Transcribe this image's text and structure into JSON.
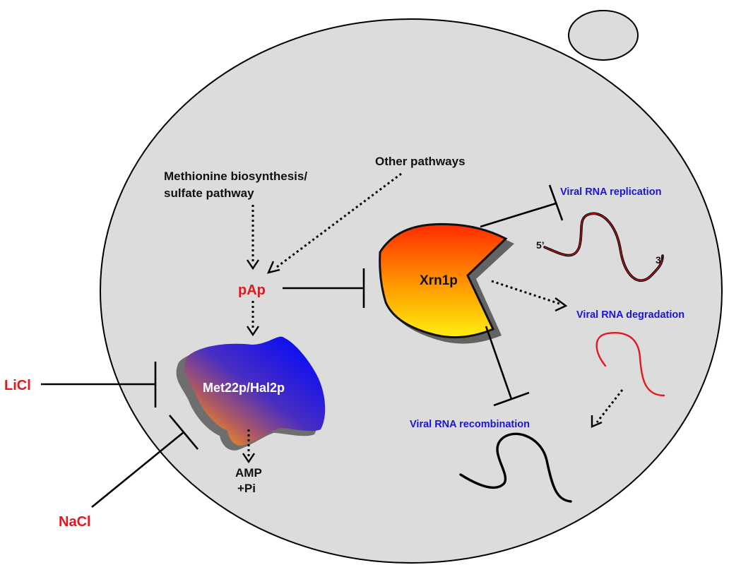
{
  "labels": {
    "methionine_line1": "Methionine biosynthesis/",
    "methionine_line2": "sulfate pathway",
    "other_pathways": "Other pathways",
    "pap": "pAp",
    "xrn1p": "Xrn1p",
    "met22p": "Met22p/Hal2p",
    "licl": "LiCl",
    "nacl": "NaCl",
    "amp": "AMP",
    "pi": "+Pi",
    "viral_replication": "Viral RNA replication",
    "viral_degradation": "Viral RNA degradation",
    "viral_recombination": "Viral RNA recombination",
    "five_prime": "5’",
    "three_prime": "3’"
  },
  "colors": {
    "cell_fill": "#dcdcdc",
    "inhibitor_red": "#e8141e",
    "viral_blue": "#1c14d6",
    "xrn1p_top": "#ff2a00",
    "xrn1p_bottom": "#ffee10",
    "met22p_blue": "#1010f0",
    "met22p_orange": "#ff9a10"
  }
}
